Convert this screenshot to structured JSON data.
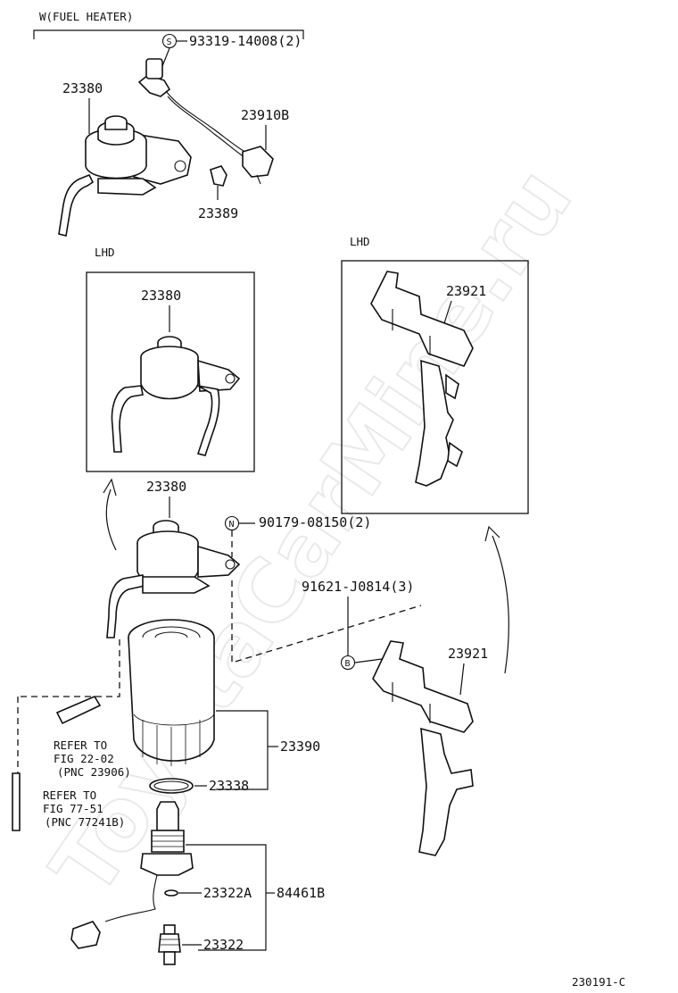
{
  "section_title": "W(FUEL HEATER)",
  "variant_label_left": "LHD",
  "variant_label_right": "LHD",
  "diagram_code": "230191-C",
  "watermark": "ToyotaCarMine.ru",
  "symbols": {
    "s": "S",
    "n": "N",
    "b": "B"
  },
  "parts": {
    "p93319": "93319-14008(2)",
    "p23910b": "23910B",
    "p23380_top": "23380",
    "p23389": "23389",
    "p23380_lhd": "23380",
    "p23921_lhd": "23921",
    "p23380_main": "23380",
    "p90179": "90179-08150(2)",
    "p91621": "91621-J0814(3)",
    "p23921_main": "23921",
    "p23390": "23390",
    "p23338": "23338",
    "p23322a": "23322A",
    "p84461b": "84461B",
    "p23322": "23322"
  },
  "refs": {
    "ref1": {
      "line1": "REFER TO",
      "line2": "FIG 22-02",
      "line3": "(PNC 23906)"
    },
    "ref2": {
      "line1": "REFER TO",
      "line2": "FIG 77-51",
      "line3": "(PNC 77241B)"
    }
  }
}
